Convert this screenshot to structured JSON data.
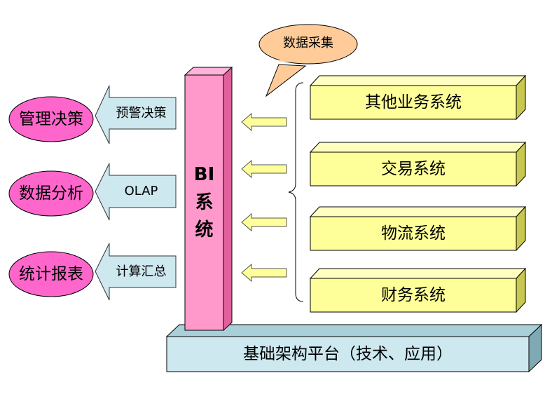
{
  "callout": {
    "label": "数据采集"
  },
  "bi_system": {
    "line1": "BI",
    "line2": "系",
    "line3": "统"
  },
  "outputs": [
    {
      "process": "预警决策",
      "result": "管理决策"
    },
    {
      "process": "OLAP",
      "result": "数据分析"
    },
    {
      "process": "计算汇总",
      "result": "统计报表"
    }
  ],
  "sources": [
    {
      "label": "其他业务系统"
    },
    {
      "label": "交易系统"
    },
    {
      "label": "物流系统"
    },
    {
      "label": "财务系统"
    }
  ],
  "platform": {
    "label": "基础架构平台（技术、应用）"
  },
  "colors": {
    "bi_pillar": "#ff99cc",
    "ellipse": "#ff66cc",
    "output_arrow": "#cde8ee",
    "source_box": "#ffff99",
    "platform": "#cde8ee",
    "callout": "#ffcc99",
    "input_arrow": "#ffff99"
  }
}
